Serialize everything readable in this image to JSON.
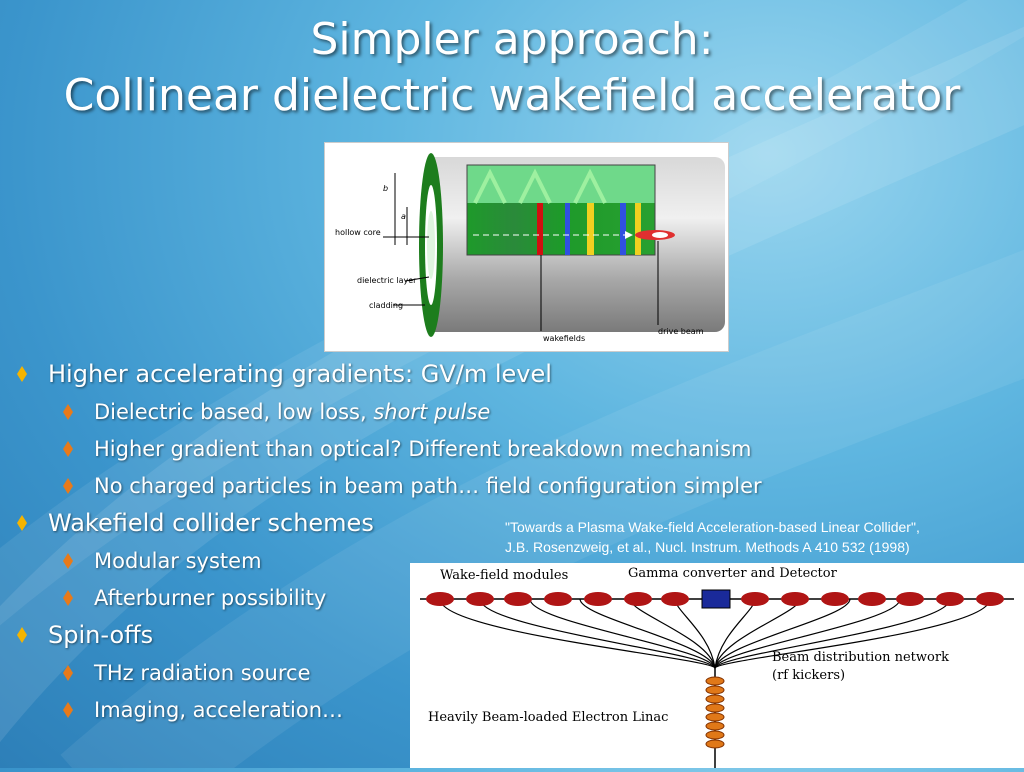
{
  "slide": {
    "title_line1": "Simpler approach:",
    "title_line2": "Collinear dielectric wakefield accelerator"
  },
  "figure1": {
    "labels": {
      "b": "b",
      "a": "a",
      "hollow_core": "hollow core",
      "dielectric_layer": "dielectric layer",
      "cladding": "cladding",
      "wakefields": "wakefields",
      "drive_beam": "drive beam"
    }
  },
  "bullets": [
    {
      "text": "Higher accelerating gradients: GV/m level",
      "sub": [
        {
          "text": "Dielectric based, low loss, ",
          "em": "short pulse"
        },
        {
          "text": "Higher gradient than optical? Different breakdown mechanism"
        },
        {
          "text": "No charged particles in beam path… field configuration simpler"
        }
      ]
    },
    {
      "text": "Wakefield collider schemes",
      "sub": [
        {
          "text": "Modular system"
        },
        {
          "text": "Afterburner possibility"
        }
      ]
    },
    {
      "text": "Spin-offs",
      "sub": [
        {
          "text": "THz radiation source"
        },
        {
          "text": "Imaging, acceleration…"
        }
      ]
    }
  ],
  "caption": {
    "line1": "\"Towards a Plasma Wake-field Acceleration-based Linear Collider\",",
    "line2": "J.B. Rosenzweig, et al., Nucl. Instrum. Methods A 410 532 (1998)"
  },
  "figure2": {
    "labels": {
      "modules": "Wake-field modules",
      "gamma": "Gamma converter and Detector",
      "beam_dist": "Beam distribution network",
      "kickers": "(rf kickers)",
      "linac": "Heavily Beam-loaded Electron Linac"
    }
  },
  "colors": {
    "bullet_marker": "#f5b400",
    "sub_marker": "#e87a1a",
    "module_red": "#b01515",
    "detector_blue": "#1a2a9a"
  },
  "icons": {
    "bullet": "diamond-bullet-icon",
    "sub_bullet": "diamond-bullet-icon"
  }
}
